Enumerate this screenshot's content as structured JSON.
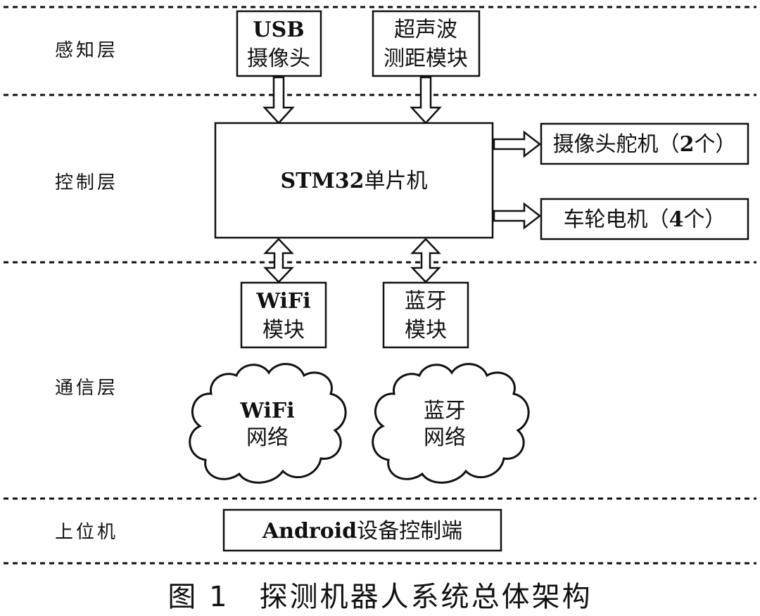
{
  "layers": {
    "perception": "感知层",
    "control": "控制层",
    "communication": "通信层",
    "host": "上位机"
  },
  "boxes": {
    "usb_camera": {
      "line1": "USB",
      "line2": "摄像头"
    },
    "ultrasonic": {
      "line1": "超声波",
      "line2": "测距模块"
    },
    "mcu": {
      "label_a": "STM32",
      "label_b": "单片机"
    },
    "servo": {
      "label_a": "摄像头舵机（",
      "label_b": "2",
      "label_c": "个）"
    },
    "motor": {
      "label_a": "车轮电机（",
      "label_b": "4",
      "label_c": "个）"
    },
    "wifi_module": {
      "line1": "WiFi",
      "line2": "模块"
    },
    "bt_module": {
      "line1": "蓝牙",
      "line2": "模块"
    },
    "android": {
      "label_a": "Android",
      "label_b": "设备控制端"
    }
  },
  "clouds": {
    "wifi_net": {
      "line1": "WiFi",
      "line2": "网络"
    },
    "bt_net": {
      "line1": "蓝牙",
      "line2": "网络"
    }
  },
  "caption": "图 1　探测机器人系统总体架构"
}
